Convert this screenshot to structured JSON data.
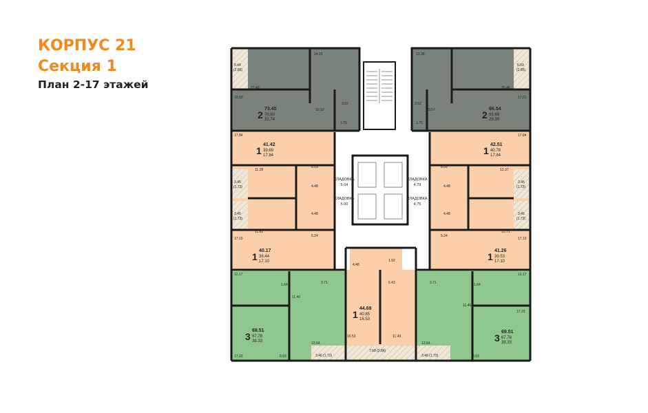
{
  "header": {
    "building": "КОРПУС 21",
    "section": "Секция 1",
    "plan": "План 2-17 этажей"
  },
  "colors": {
    "title_orange": "#ee8a1e",
    "gray_unit": "#79837c",
    "orange_unit": "#fbcfa9",
    "green_unit": "#8fc78f",
    "balcony": "#efe4d0",
    "wall": "#1a1a1a"
  },
  "apartments": [
    {
      "rooms": "2",
      "total": "73.45",
      "living": "70.60",
      "kitchen": "32.74",
      "color": "gray"
    },
    {
      "rooms": "2",
      "total": "66.54",
      "living": "63.69",
      "kitchen": "29.39",
      "color": "gray"
    },
    {
      "rooms": "1",
      "total": "41.42",
      "living": "39.69",
      "kitchen": "17.84",
      "color": "orange"
    },
    {
      "rooms": "1",
      "total": "42.51",
      "living": "40.78",
      "kitchen": "17.84",
      "color": "orange"
    },
    {
      "rooms": "1",
      "total": "40.17",
      "living": "38.44",
      "kitchen": "17.10",
      "color": "orange"
    },
    {
      "rooms": "1",
      "total": "41.26",
      "living": "39.53",
      "kitchen": "17.10",
      "color": "orange"
    },
    {
      "rooms": "3",
      "total": "69.51",
      "living": "67.78",
      "kitchen": "38.33",
      "color": "green"
    },
    {
      "rooms": "1",
      "total": "44.69",
      "living": "40.85",
      "kitchen": "16.53",
      "color": "orange"
    },
    {
      "rooms": "3",
      "total": "69.51",
      "living": "67.78",
      "kitchen": "38.33",
      "color": "green"
    }
  ],
  "storage": [
    {
      "label": "КЛАДОВКА",
      "area": "5.04"
    },
    {
      "label": "КЛАДОВКА",
      "area": "5.00"
    },
    {
      "label": "КЛАДОВКА",
      "area": "4.79"
    },
    {
      "label": "КЛАДОВКА",
      "area": "4.75"
    }
  ],
  "room_areas": {
    "r_14_15": "14.15",
    "r_12_38": "12.38",
    "r_5_44": "5.44",
    "r_2_85a": "(2.85)",
    "r_5_69": "5.69",
    "r_2_85b": "(2.85)",
    "r_22_49": "22.49",
    "r_20_46": "20.46",
    "r_18_59": "18.59",
    "r_17_01": "17.01",
    "r_10_10": "10.10",
    "r_8_57": "8.57",
    "r_3_52a": "3.52",
    "r_3_52b": "3.52",
    "r_1_75a": "1.75",
    "r_1_75b": "1.75",
    "r_17_84a": "17.84",
    "r_17_84b": "17.84",
    "r_6_09a": "6.09",
    "r_6_09b": "6.09",
    "r_11_28": "11.28",
    "r_12_37": "12.37",
    "r_3_45a": "3.45",
    "r_1_73a": "(1.73)",
    "r_3_45b": "3.45",
    "r_1_73b": "(1.73)",
    "r_4_48a": "4.48",
    "r_4_48b": "4.48",
    "r_3_45c": "3.45",
    "r_1_73c": "(1.73)",
    "r_3_45d": "3.45",
    "r_1_73d": "(1.73)",
    "r_4_48c": "4.48",
    "r_4_48d": "4.48",
    "r_11_62": "11.62",
    "r_12_71": "12.71",
    "r_5_24a": "5.24",
    "r_5_24b": "5.24",
    "r_17_10a": "17.10",
    "r_17_10b": "17.10",
    "r_4_48e": "4.48",
    "r_1_92": "1.92",
    "r_6_43": "6.43",
    "r_12_17a": "12.17",
    "r_12_17b": "12.17",
    "r_1_64a": "1.64",
    "r_1_64b": "1.64",
    "r_3_71a": "3.71",
    "r_3_71b": "3.71",
    "r_11_46a": "11.46",
    "r_11_46b": "11.46",
    "r_17_23": "17.23",
    "r_12_64a": "12.64",
    "r_12_64b": "12.64",
    "r_16_53": "16.53",
    "r_11_49": "11.49",
    "r_17_23b": "17.23",
    "r_8_93a": "8.93",
    "r_8_93b": "8.93",
    "r_bal_l": "3.46 (1.73)",
    "r_bal_c": "7.68 (3.84)",
    "r_bal_r": "3.46 (1.73)"
  }
}
